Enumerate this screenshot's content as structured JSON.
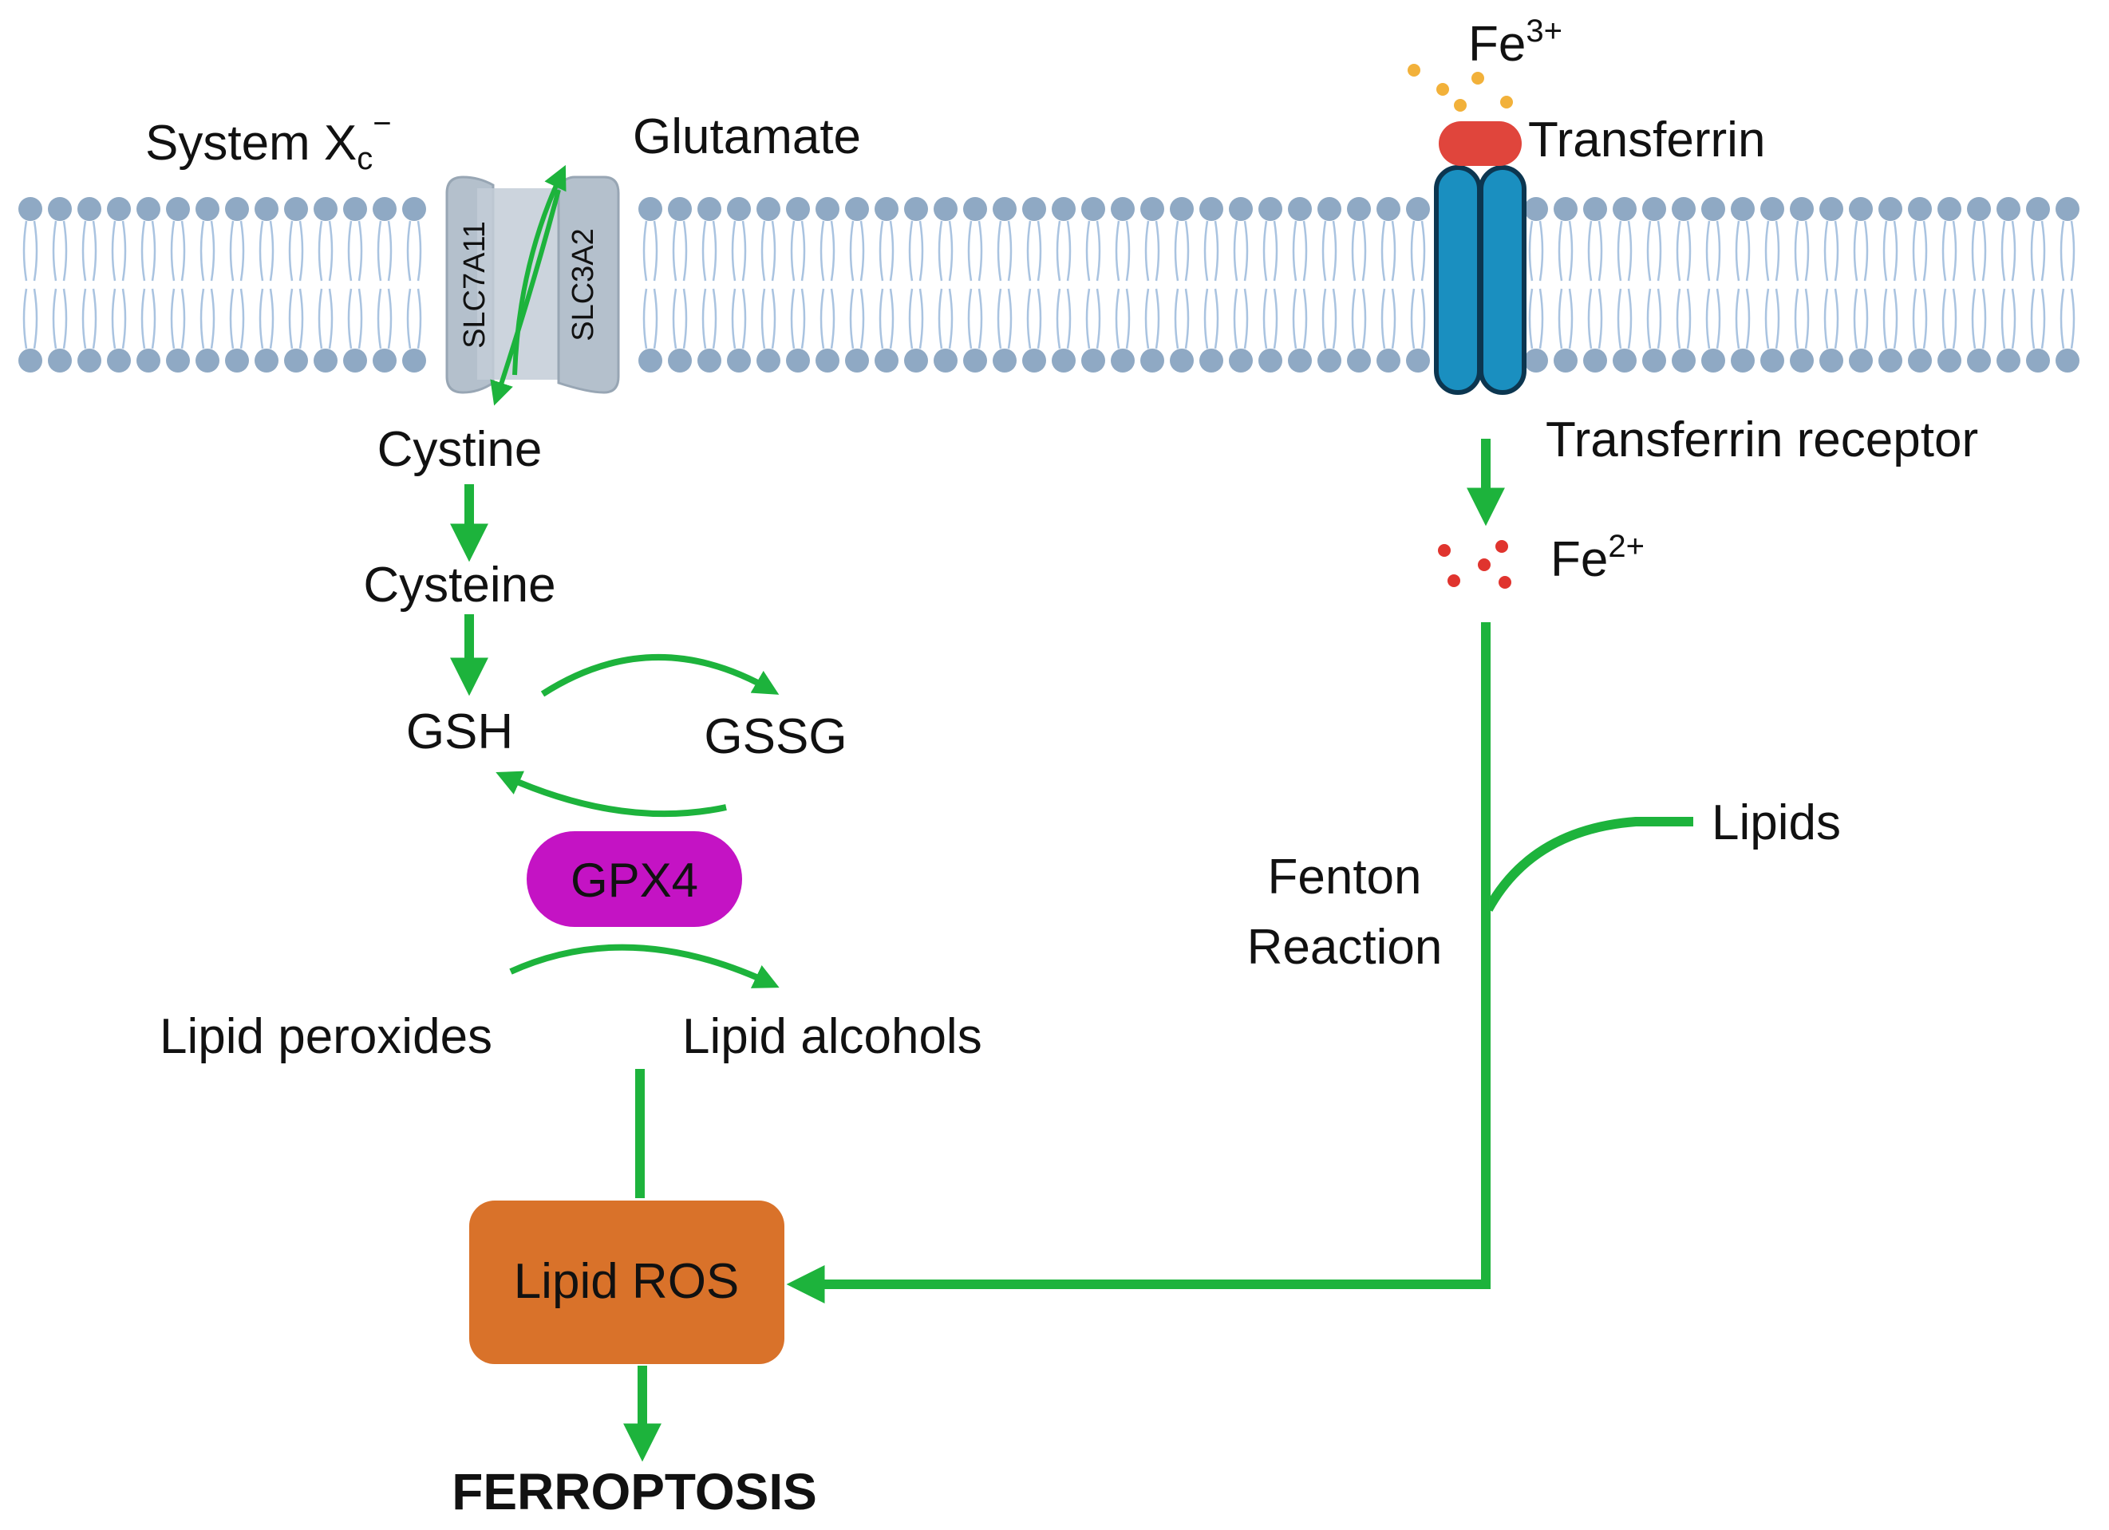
{
  "labels": {
    "system_xc_base": "System X",
    "system_xc_sub": "c",
    "system_xc_sup": "−",
    "glutamate": "Glutamate",
    "slc7a11": "SLC7A11",
    "slc3a2": "SLC3A2",
    "cystine": "Cystine",
    "cysteine": "Cysteine",
    "gsh": "GSH",
    "gssg": "GSSG",
    "gpx4": "GPX4",
    "lipid_peroxides": "Lipid peroxides",
    "lipid_alcohols": "Lipid alcohols",
    "lipid_ros": "Lipid ROS",
    "ferroptosis": "FERROPTOSIS",
    "fe3_base": "Fe",
    "fe3_sup": "3+",
    "transferrin": "Transferrin",
    "transferrin_receptor": "Transferrin receptor",
    "fe2_base": "Fe",
    "fe2_sup": "2+",
    "fenton_line1": "Fenton",
    "fenton_line2": "Reaction",
    "lipids": "Lipids"
  },
  "colors": {
    "arrow": "#1db33c",
    "membrane_head": "#8fa9c4",
    "membrane_tail": "#a9c3e0",
    "transporter": "#b4c0cc",
    "receptor": "#1a8fc0",
    "transferrin": "#e0453c",
    "fe3_dots": "#f2b13a",
    "fe2_dots": "#e0342e",
    "gpx4": "#c413c4",
    "lipid_ros": "#d9722a"
  }
}
